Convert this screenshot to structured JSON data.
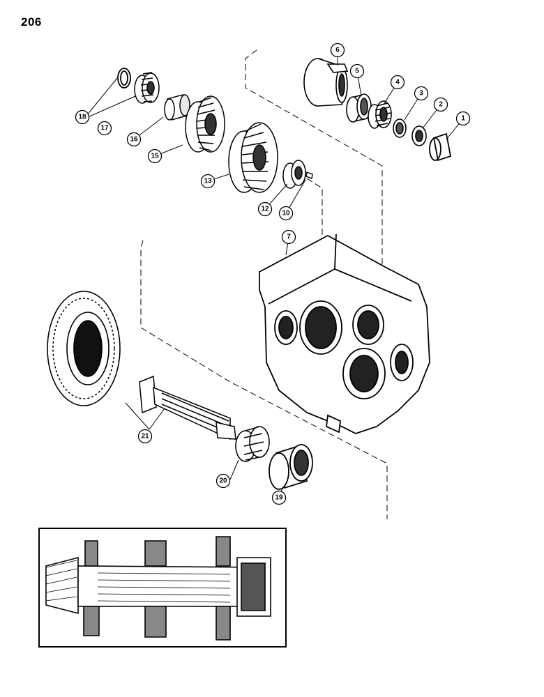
{
  "page": {
    "number": "206"
  },
  "callouts": [
    {
      "id": "c1",
      "label": "1"
    },
    {
      "id": "c2",
      "label": "2"
    },
    {
      "id": "c3",
      "label": "3"
    },
    {
      "id": "c4",
      "label": "4"
    },
    {
      "id": "c5",
      "label": "5"
    },
    {
      "id": "c6",
      "label": "6"
    },
    {
      "id": "c7",
      "label": "7"
    },
    {
      "id": "c10",
      "label": "10"
    },
    {
      "id": "c12",
      "label": "12"
    },
    {
      "id": "c13",
      "label": "13"
    },
    {
      "id": "c15",
      "label": "15"
    },
    {
      "id": "c16",
      "label": "16"
    },
    {
      "id": "c17",
      "label": "17"
    },
    {
      "id": "c18",
      "label": "18"
    },
    {
      "id": "c19",
      "label": "19"
    },
    {
      "id": "c20",
      "label": "20"
    },
    {
      "id": "c21",
      "label": "21"
    }
  ]
}
